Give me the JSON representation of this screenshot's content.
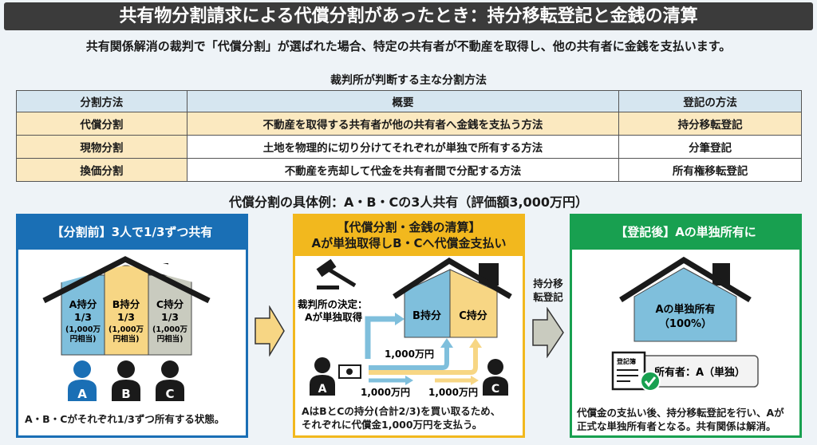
{
  "title": "共有物分割請求による代償分割があったとき：持分移転登記と金銭の清算",
  "subtitle": "共有関係解消の裁判で「代償分割」が選ばれた場合、特定の共有者が不動産を取得し、他の共有者に金銭を支払います。",
  "table": {
    "caption": "裁判所が判断する主な分割方法",
    "headers": [
      "分割方法",
      "概要",
      "登記の方法"
    ],
    "rows": [
      [
        "代償分割",
        "不動産を取得する共有者が他の共有者へ金銭を支払う方法",
        "持分移転登記"
      ],
      [
        "現物分割",
        "土地を物理的に切り分けてそれぞれが単独で所有する方法",
        "分筆登記"
      ],
      [
        "換価分割",
        "不動産を売却して代金を共有者間で分配する方法",
        "所有権移転登記"
      ]
    ]
  },
  "example_caption": "代償分割の具体例：A・B・Cの3人共有（評価額3,000万円）",
  "colors": {
    "blue": "#1a6fb5",
    "yellow": "#f2b81e",
    "green": "#18a050",
    "share_blue": "#7fbfdc",
    "share_yellow": "#f7d684",
    "share_gray": "#c9cbbf"
  },
  "panel1": {
    "header": "【分割前】3人で1/3ずつ共有",
    "shares": [
      {
        "label": "A持分",
        "fraction": "1/3",
        "value1": "(1,000万",
        "value2": "円相当)"
      },
      {
        "label": "B持分",
        "fraction": "1/3",
        "value1": "(1,000万",
        "value2": "円相当)"
      },
      {
        "label": "C持分",
        "fraction": "1/3",
        "value1": "(1,000万",
        "value2": "円相当)"
      }
    ],
    "people": [
      "A",
      "B",
      "C"
    ],
    "caption": "A・B・Cがそれぞれ1/3ずつ所有する状態。"
  },
  "panel2": {
    "header1": "【代償分割・金銭の清算】",
    "header2": "Aが単独取得しB・Cへ代償金支払い",
    "court1": "裁判所の決定：",
    "court2": "Aが単独取得",
    "share_b": "B持分",
    "share_c": "C持分",
    "amount_top": "1,000万円",
    "amount_b": "1,000万円",
    "amount_c": "1,000万円",
    "person_a": "A",
    "person_c": "C",
    "caption1": "AはBとCの持分(合計2/3)を買い取るため、",
    "caption2": "それぞれに代償金1,000万円を支払う。"
  },
  "transfer_label1": "持分移",
  "transfer_label2": "転登記",
  "panel3": {
    "header": "【登記後】Aの単独所有に",
    "house1": "Aの単独所有",
    "house2": "（100%）",
    "registry": "登記簿",
    "owner": "所有者：A（単独）",
    "caption1": "代償金の支払い後、持分移転登記を行い、Aが",
    "caption2": "正式な単独所有者となる。共有関係は解消。"
  }
}
